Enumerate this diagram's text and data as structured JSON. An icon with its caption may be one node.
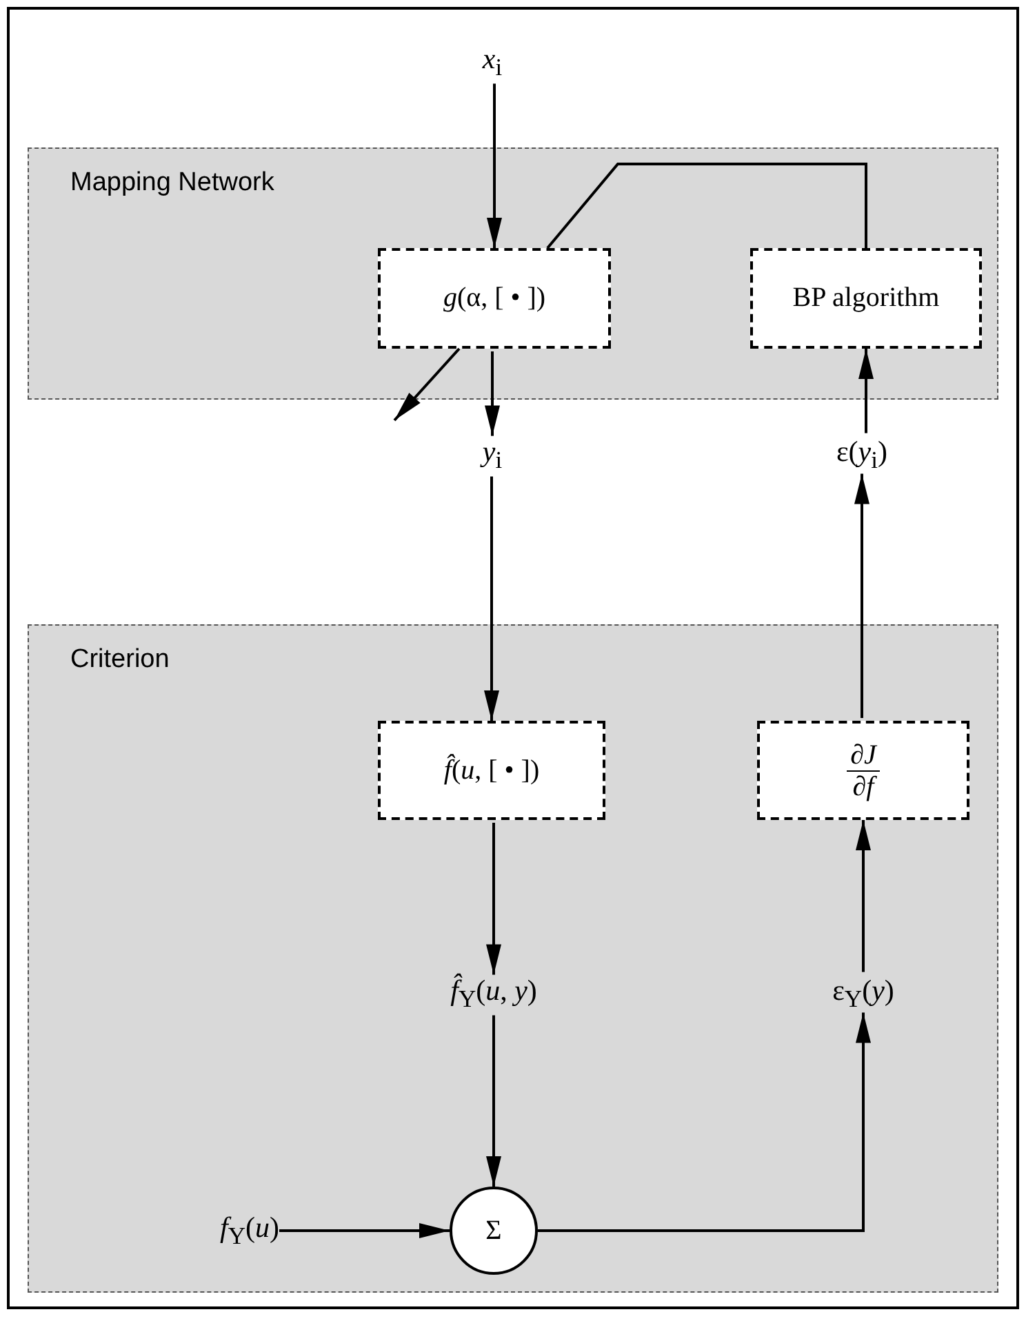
{
  "diagram": {
    "nodes": [
      {
        "text": [
          "*x*$_{i}$"
        ]
      },
      {
        "text": [
          "Mapping Network"
        ]
      },
      {
        "text": [
          "*g*(α, [ • ])"
        ],
        "in": 1
      },
      {
        "text": [
          "BP algorithm"
        ],
        "in": 1
      },
      {
        "text": [
          "*y*$_{i}$"
        ]
      },
      {
        "text": [
          "ε(*y*$_{i}$)"
        ]
      },
      {
        "text": [
          "Criterion"
        ]
      },
      {
        "text": [
          "*f̂*(*u*, [ • ])"
        ],
        "in": 6
      },
      {
        "text": [
          "∂*J*",
          "∂*f*"
        ],
        "in": 6
      },
      {
        "text": [
          "*f̂*$_{Y}$(*u*, *y*)"
        ],
        "in": 6
      },
      {
        "text": [
          "ε$_{Y}$(*y*)"
        ],
        "in": 6
      },
      {
        "text": [
          "Σ"
        ],
        "in": 6
      },
      {
        "text": [
          "*f*$_{Y}$(*u*)"
        ],
        "in": 6
      }
    ],
    "edges": [
      {
        "from": 0,
        "to": 2,
        "arrow": "to"
      },
      {
        "from": 3,
        "to": 2,
        "arrow": "none"
      },
      {
        "from": 2,
        "to": 4,
        "arrow": "to"
      },
      {
        "from": 4,
        "to": 7,
        "arrow": "to"
      },
      {
        "from": 7,
        "to": 9,
        "arrow": "to"
      },
      {
        "from": 9,
        "to": 11,
        "arrow": "to"
      },
      {
        "from": 12,
        "to": 11,
        "arrow": "to"
      },
      {
        "from": 11,
        "to": 10,
        "arrow": "to"
      },
      {
        "from": 10,
        "to": 8,
        "arrow": "to"
      },
      {
        "from": 8,
        "to": 5,
        "arrow": "to"
      },
      {
        "from": 5,
        "to": 3,
        "arrow": "to"
      },
      {
        "from": 2,
        "to": null,
        "arrow": "to"
      }
    ]
  }
}
